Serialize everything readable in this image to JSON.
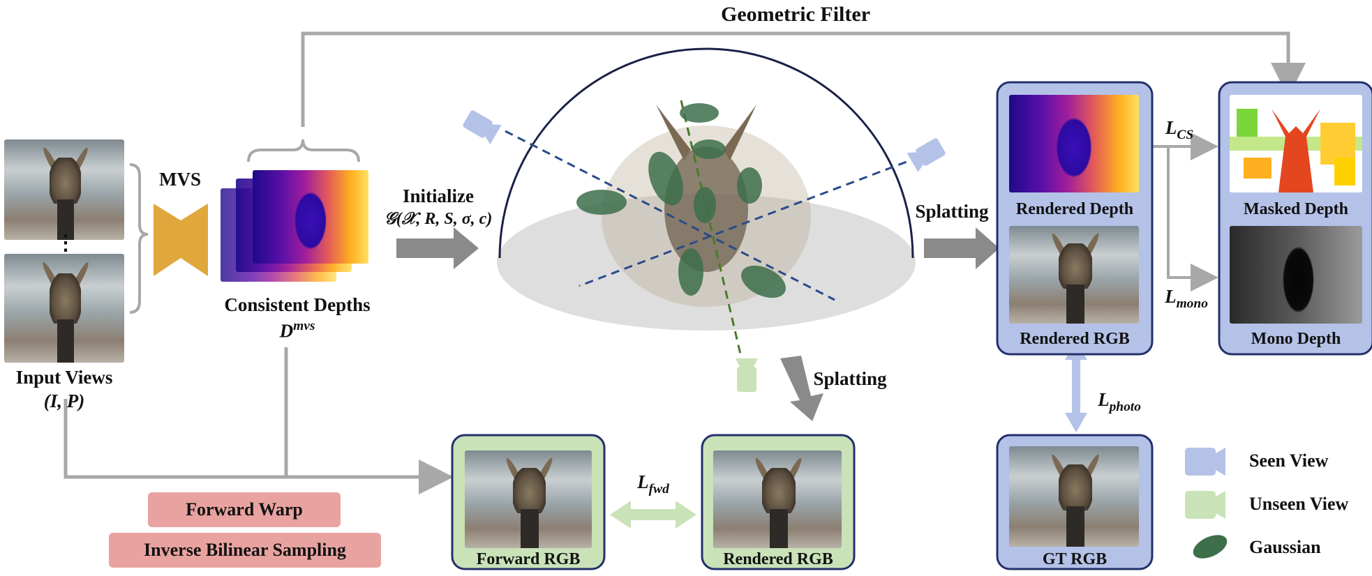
{
  "title": "Geometric Filter",
  "labels": {
    "mvs": "MVS",
    "input_views": "Input Views",
    "input_views_math": "(I, P)",
    "ellipsis": "⋮",
    "consistent_depths": "Consistent Depths",
    "d_mvs_base": "D",
    "d_mvs_sup": "mvs",
    "initialize": "Initialize",
    "initialize_math": "𝒢(𝒳, R, S, σ, c)",
    "splatting_right": "Splatting",
    "splatting_down": "Splatting",
    "rendered_depth": "Rendered Depth",
    "rendered_rgb_seen": "Rendered RGB",
    "masked_depth": "Masked Depth",
    "mono_depth": "Mono Depth",
    "gt_rgb": "GT RGB",
    "forward_rgb": "Forward RGB",
    "rendered_rgb_unseen": "Rendered RGB",
    "forward_warp": "Forward Warp",
    "inverse_bilinear": "Inverse Bilinear Sampling"
  },
  "losses": {
    "cs": {
      "base": "L",
      "sub": "CS"
    },
    "mono": {
      "base": "L",
      "sub": "mono"
    },
    "photo": {
      "base": "L",
      "sub": "photo"
    },
    "fwd": {
      "base": "L",
      "sub": "fwd"
    }
  },
  "legend": [
    {
      "label": "Seen View",
      "icon": "seen-camera-icon",
      "color": "#b4c2e8"
    },
    {
      "label": "Unseen View",
      "icon": "unseen-camera-icon",
      "color": "#c9e2b8"
    },
    {
      "label": "Gaussian",
      "icon": "gaussian-ellipse-icon",
      "color": "#3c6f4a"
    }
  ],
  "colors": {
    "seen_panel": "#b4c2e8",
    "unseen_panel": "#c9e2b8",
    "panel_border": "#24306a",
    "mvs_block": "#e0a73c",
    "arrow_gray": "#8a8a8a",
    "line_gray": "#a8a8a8",
    "warp_pill": "#e8a3a0",
    "gaussian": "#3c6f4a",
    "ray_blue": "#2a4a8a",
    "ray_green": "#4a7a2a"
  }
}
